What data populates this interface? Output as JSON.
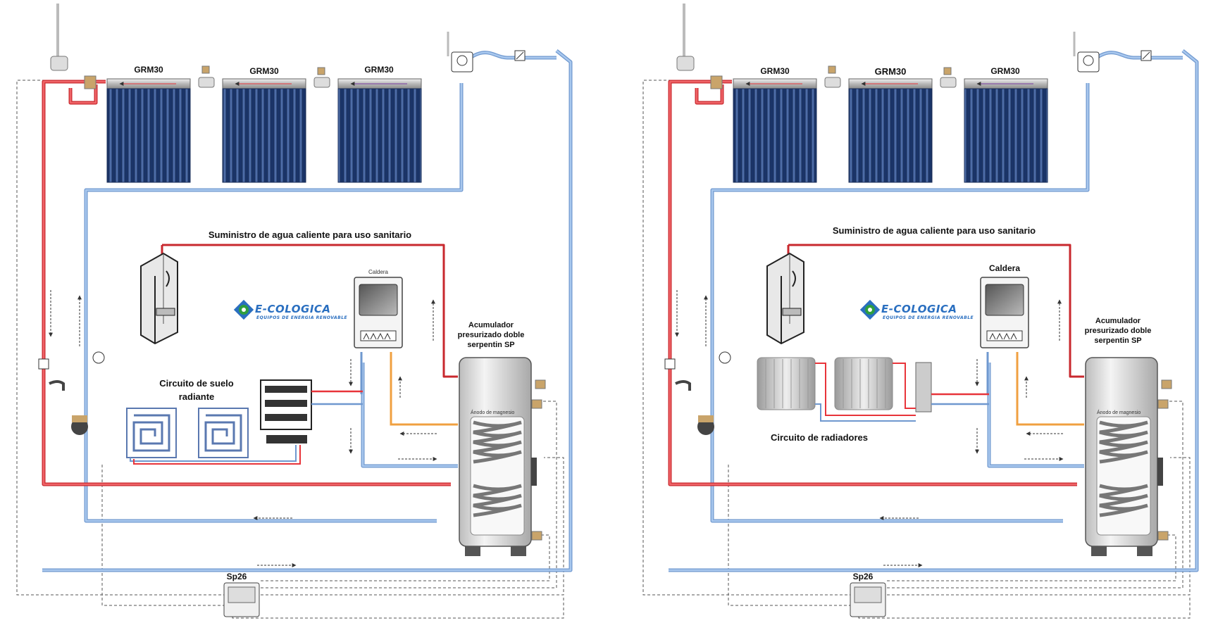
{
  "diagrams": [
    {
      "id": "floor",
      "collectors": [
        "GRM30",
        "GRM30",
        "GRM30"
      ],
      "supply_title": "Suministro de agua caliente para uso sanitario",
      "boiler_label": "Caldera",
      "tank_label": [
        "Acumulador",
        "presurizado doble",
        "serpentin  SP"
      ],
      "tank_inner_label": "Ánodo de magnesio",
      "circuit_label": [
        "Circuito de suelo",
        "radiante"
      ],
      "controller": "Sp26",
      "brand": {
        "name": "E-COLOGICA",
        "tagline": "EQUIPOS DE ENERGIA RENOVABLE"
      }
    },
    {
      "id": "radiators",
      "collectors": [
        "GRM30",
        "GRM30",
        "GRM30"
      ],
      "supply_title": "Suministro de agua caliente para uso sanitario",
      "boiler_label": "Caldera",
      "tank_label": [
        "Acumulador",
        "presurizado doble",
        "serpentin  SP"
      ],
      "tank_inner_label": "Ánodo de magnesio",
      "circuit_label": [
        "Circuito de radiadores"
      ],
      "controller": "Sp26",
      "brand": {
        "name": "E-COLOGICA",
        "tagline": "EQUIPOS DE ENERGIA RENOVABLE"
      }
    }
  ],
  "colors": {
    "hot": "#e8343a",
    "cold": "#8fb4e0",
    "boiler_flow": "#f0a040",
    "signal": "#555555",
    "panel": "#1e3f7a",
    "brand_green": "#2e9e3e",
    "brand_blue": "#2a6fc0"
  }
}
